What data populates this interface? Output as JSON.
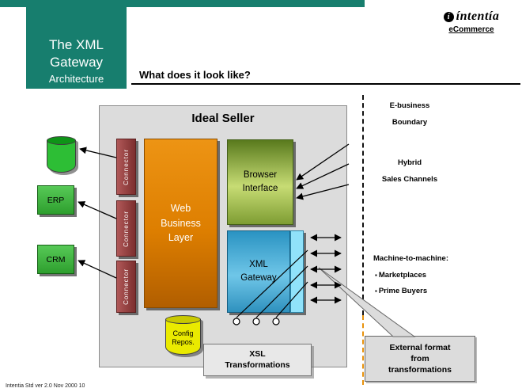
{
  "slide": {
    "title": "The XML\nGateway",
    "title_sub": "Architecture",
    "heading": "What does it look like?",
    "footer": "Intentia Std ver 2.0 Nov 2000 10"
  },
  "brand": {
    "logo_mark": "í",
    "logo_text": "íntentía",
    "tagline": "eCommerce"
  },
  "diagram": {
    "container_title": "Ideal Seller",
    "connector_labels": [
      "Connector",
      "Connector",
      "Connector"
    ],
    "web_business_layer": "Web\nBusiness\nLayer",
    "browser_interface": "Browser\nInterface",
    "xml_gateway": "XML\nGateway",
    "config_repository": "Config\nRepos.",
    "xsl_transformations": "XSL\nTransformations",
    "erp_label": "ERP",
    "crm_label": "CRM"
  },
  "annotations": {
    "boundary": "E-business\nBoundary",
    "hybrid": "Hybrid\nSales Channels",
    "m2m_title": "Machine-to-machine:",
    "bullet": "▪",
    "m2m_items": [
      "Marketplaces",
      "Prime Buyers"
    ],
    "callout": "External format\nfrom\ntransformations"
  },
  "colors": {
    "teal": "#177E6E",
    "orange": "#DD7E00",
    "maroon": "#8E3A3A",
    "green": "#3FBF3F",
    "blue": "#3FA0CC",
    "cyan": "#90E2FA",
    "yellow": "#EAEA00",
    "gray": "#DCDCDC"
  }
}
